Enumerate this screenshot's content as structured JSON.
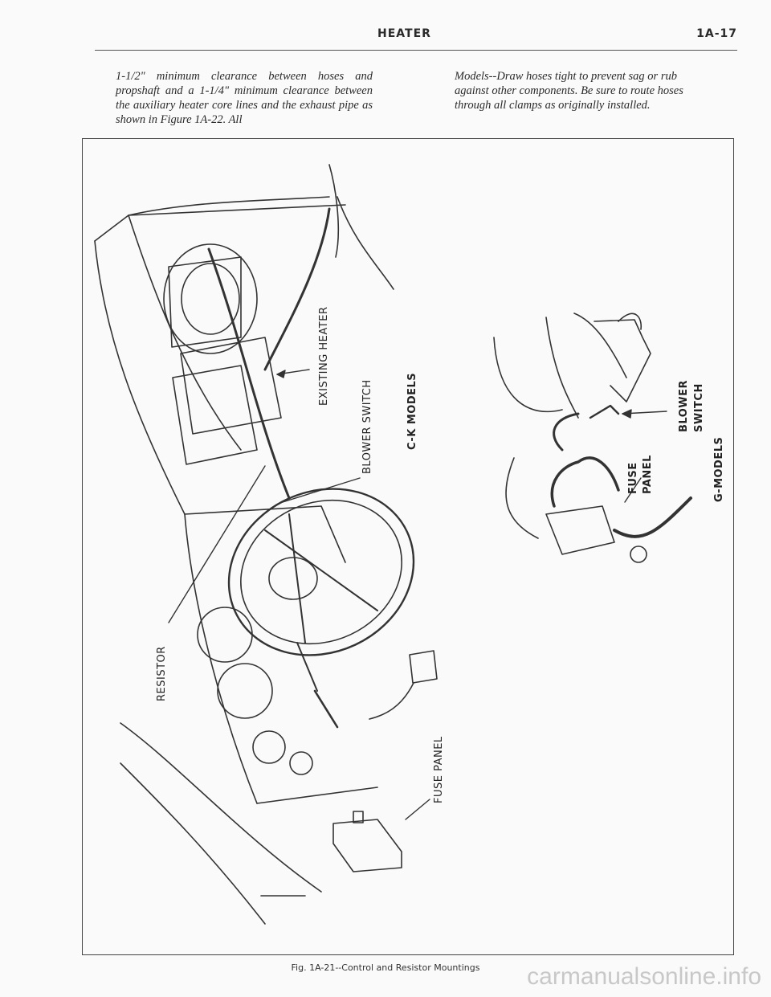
{
  "header": {
    "title": "HEATER",
    "page_number": "1A-17"
  },
  "text": {
    "left_column": "1-1/2\" minimum clearance between hoses and propshaft and a 1-1/4\" minimum clearance between the auxiliary heater core lines and the exhaust pipe as shown in Figure 1A-22. All",
    "right_column": "Models--Draw hoses tight to prevent sag or rub against other components. Be sure to route hoses through all clamps as originally installed."
  },
  "figure": {
    "caption": "Fig. 1A-21--Control and Resistor Mountings",
    "labels": {
      "existing_heater": "EXISTING HEATER",
      "blower_switch_ck": "BLOWER SWITCH",
      "ck_models": "C-K MODELS",
      "resistor": "RESISTOR",
      "fuse_panel_ck": "FUSE PANEL",
      "blower_line1": "BLOWER",
      "blower_line2": "SWITCH",
      "fuse_line1": "FUSE",
      "fuse_line2": "PANEL",
      "g_models": "G-MODELS"
    }
  },
  "watermark": "carmanualsonline.info"
}
